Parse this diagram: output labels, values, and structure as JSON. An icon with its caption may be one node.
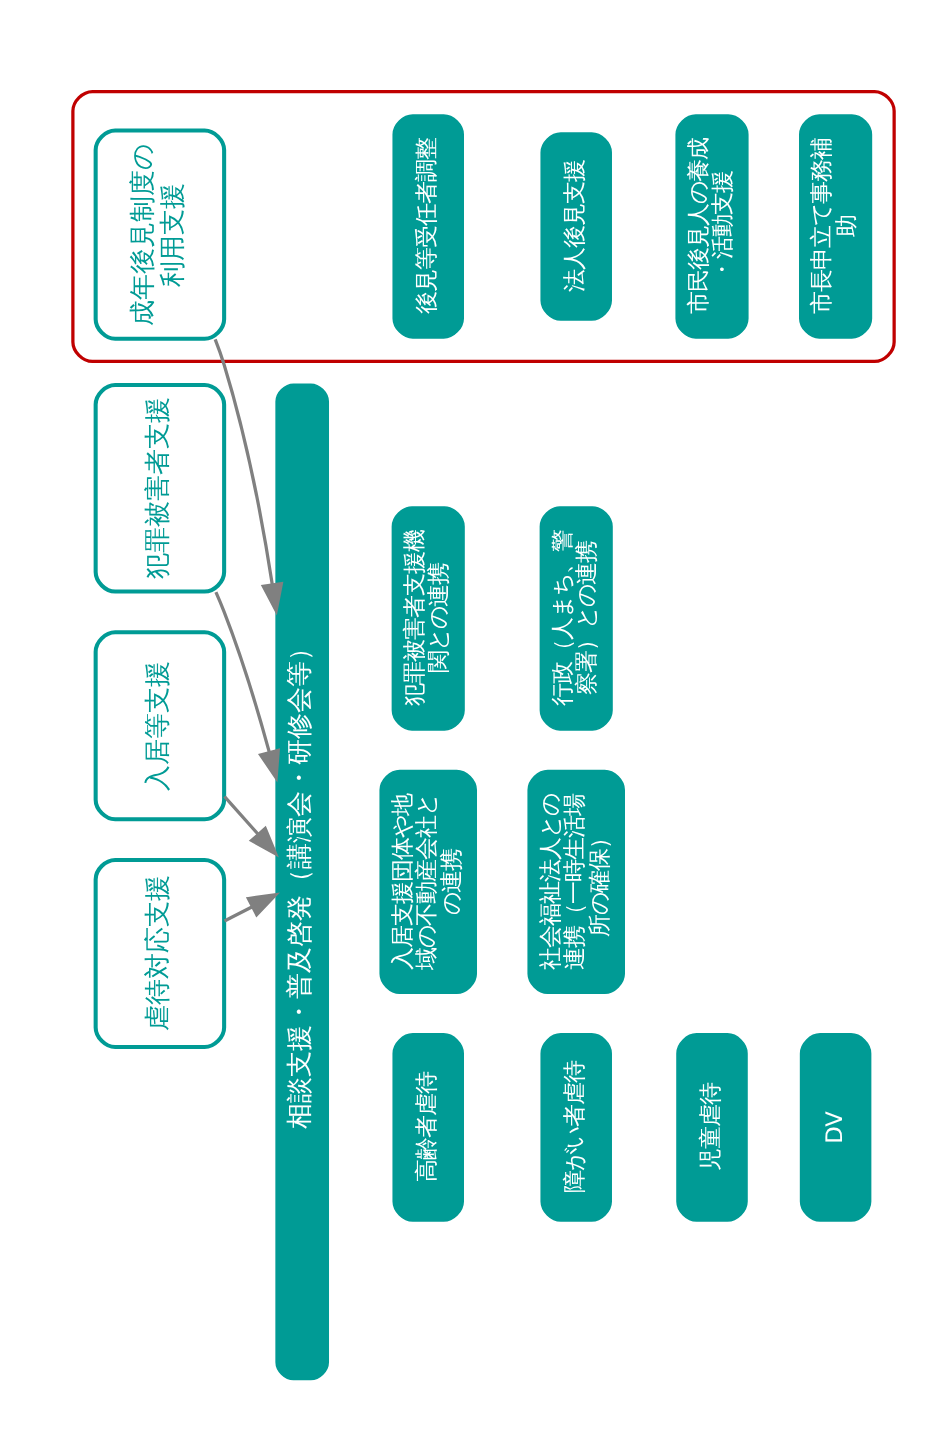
{
  "diagram": {
    "nodes": [
      {
        "text": [
          "虐待対応支援"
        ]
      },
      {
        "text": [],
        "shape": "box"
      },
      {
        "text": [
          "成年後見制度の利用支援"
        ],
        "in": 1
      },
      {
        "text": [
          "入居等支援"
        ]
      },
      {
        "text": [
          "犯罪被害者支援"
        ]
      },
      {
        "text": [
          "相談支援・普及啓発（講演会・研修会等）"
        ]
      },
      {
        "text": [
          "高齢者虐待"
        ]
      },
      {
        "text": [
          "障がい者虐待"
        ]
      },
      {
        "text": [
          "児童虐待"
        ]
      },
      {
        "text": [
          "DV"
        ]
      },
      {
        "text": [
          "後見等受任者調整"
        ],
        "in": 1
      },
      {
        "text": [
          "法人後見支援"
        ],
        "in": 1
      },
      {
        "text": [
          "市民後見人の養成・活動支援"
        ],
        "in": 1
      },
      {
        "text": [
          "市長申立て事務補助"
        ],
        "in": 1
      },
      {
        "text": [
          "入居支援団体や地域の不動産会社との連携"
        ]
      },
      {
        "text": [
          "社会福祉法人との連携（一時生活場所の確保）"
        ]
      },
      {
        "text": [
          "犯罪被害者支援機関との連携"
        ]
      },
      {
        "text": [
          "行政（人まち、警察署）との連携"
        ]
      }
    ],
    "edges": [
      {
        "from": 0,
        "to": 5,
        "arrow": "to"
      },
      {
        "from": 2,
        "to": 5,
        "arrow": "to"
      },
      {
        "from": 3,
        "to": 5,
        "arrow": "to"
      },
      {
        "from": 4,
        "to": 5,
        "arrow": "to"
      }
    ]
  }
}
